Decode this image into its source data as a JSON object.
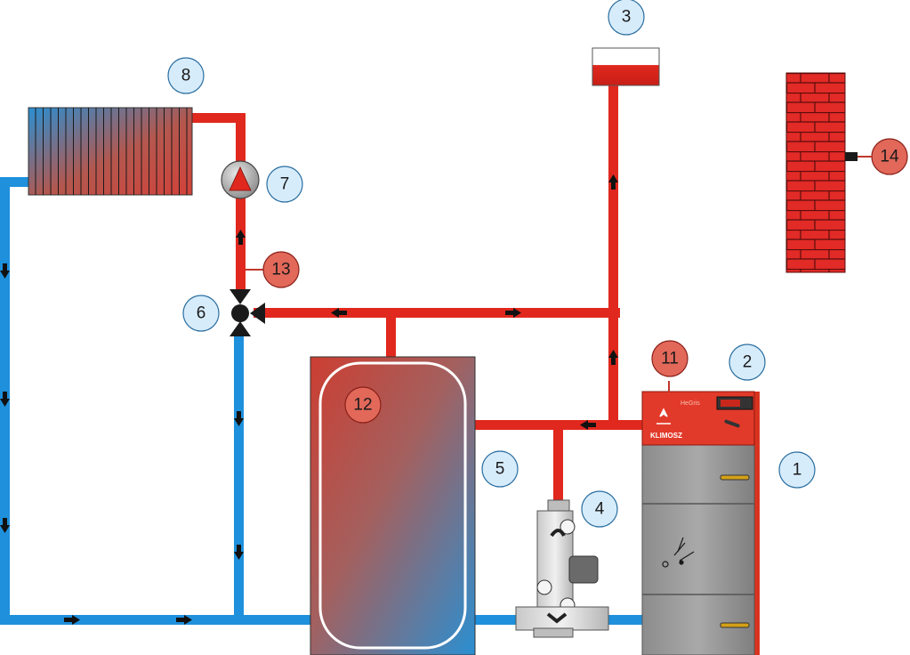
{
  "colors": {
    "hot_pipe": "#e0281e",
    "cold_pipe": "#1e90dc",
    "badge_blue_fill": "#d7ecfb",
    "badge_red_fill": "#e2685a",
    "boiler_body": "#9a9a9a",
    "boiler_top": "#e23a2a",
    "brick": "#e22a26"
  },
  "labels": {
    "n1": "1",
    "n2": "2",
    "n3": "3",
    "n4": "4",
    "n5": "5",
    "n6": "6",
    "n7": "7",
    "n8": "8",
    "n11": "11",
    "n12": "12",
    "n13": "13",
    "n14": "14"
  },
  "boiler": {
    "brand": "KLIMOSZ",
    "model": "HeGris"
  },
  "icons": [
    "radiator-icon",
    "pump-icon",
    "three-way-valve-icon",
    "expansion-tank-icon",
    "storage-tank-icon",
    "boiler-icon",
    "mixing-unit-icon",
    "brick-wall-icon",
    "temperature-sensor-icon",
    "flow-arrow-icon"
  ]
}
